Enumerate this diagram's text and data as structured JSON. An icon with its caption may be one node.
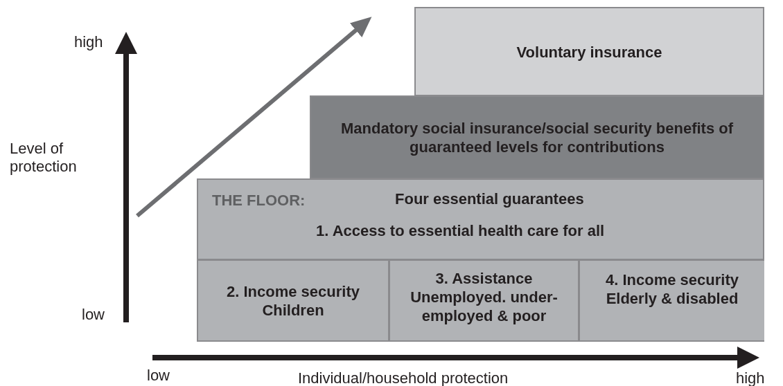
{
  "diagram": {
    "nodes": [
      {
        "text": [
          "Voluntary insurance"
        ]
      },
      {
        "text": [
          "Mandatory social insurance/social security benefits of guaranteed levels for contributions"
        ]
      },
      {
        "text": [
          "THE FLOOR:",
          "Four essential guarantees",
          "1. Access to essential health care for all"
        ]
      },
      {
        "text": [
          "2. Income security Children"
        ]
      },
      {
        "text": [
          "3. Assistance Unemployed. under-employed & poor"
        ]
      },
      {
        "text": [
          "4. Income security Elderly & disabled"
        ]
      }
    ],
    "labels": [
      "high",
      "Level of protection",
      "low",
      "low",
      "Individual/household protection",
      "high"
    ]
  }
}
